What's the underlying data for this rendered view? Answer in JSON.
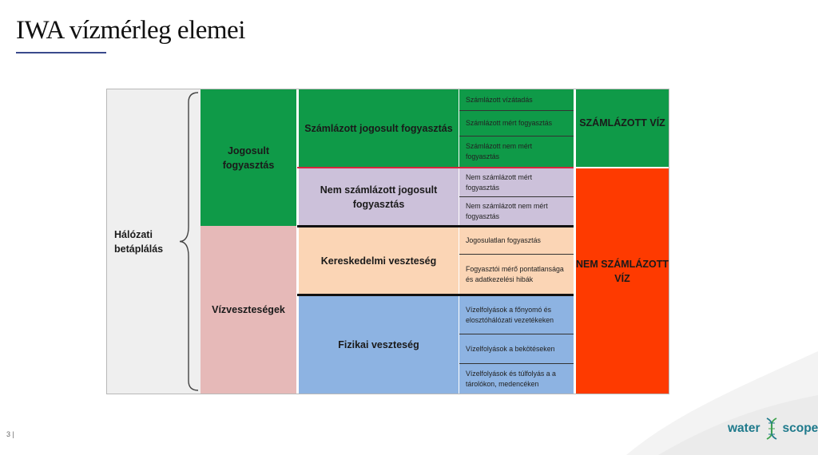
{
  "slide": {
    "title": "IWA vízmérleg elemei",
    "page_number": "3 |"
  },
  "diagram": {
    "total": "Hálózati betáplálás",
    "authorized": "Jogosult fogyasztás",
    "losses": "Vízveszteségek",
    "billed_authorized": "Számlázott jogosult fogyasztás",
    "unbilled_authorized": "Nem számlázott jogosult fogyasztás",
    "commercial_losses": "Kereskedelmi veszteség",
    "physical_losses": "Fizikai veszteség",
    "sub": {
      "s1": "Számlázott vízátadás",
      "s2": "Számlázott mért fogyasztás",
      "s3": "Számlázott nem mért fogyasztás",
      "s4": "Nem számlázott mért fogyasztás",
      "s5": "Nem számlázott nem mért fogyasztás",
      "s6": "Jogosulatlan fogyasztás",
      "s7": "Fogyasztói mérő pontatlansága és adatkezelési hibák",
      "s8": "Vízelfolyások a főnyomó és elosztóhálózati vezetékeken",
      "s9": "Vízelfolyások a bekötéseken",
      "s10": "Vízelfolyások és túlfolyás a a tárolókon, medencéken"
    },
    "billed_water": "SZÁMLÁZOTT VÍZ",
    "non_revenue_water": "NEM SZÁMLÁZOTT VÍZ"
  },
  "logo": {
    "left": "water",
    "right": "scope"
  },
  "colors": {
    "green": "#0f9a48",
    "red": "#fe3a00",
    "pink": "#e6b9b8",
    "purple": "#ccc1da",
    "orange": "#fbd5b5",
    "blue": "#8db3e2",
    "brand": "#1f7a8c"
  }
}
